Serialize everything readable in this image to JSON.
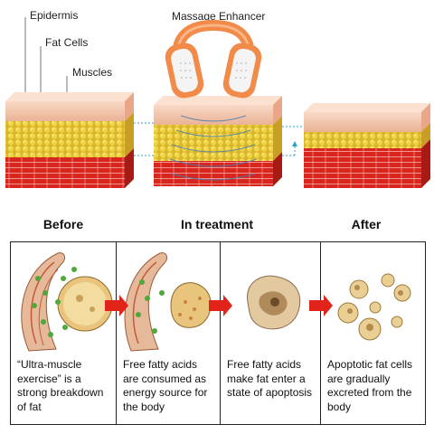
{
  "labels": {
    "epidermis": "Epidermis",
    "fat_cells": "Fat Cells",
    "muscles": "Muscles",
    "device": "Massage Enhancer"
  },
  "stages": {
    "before": "Before",
    "treatment": "In treatment",
    "after": "After"
  },
  "panels": [
    {
      "text": "“Ultra-muscle exercise” is a strong breakdown of fat"
    },
    {
      "text": "Free fatty acids are consumed as energy source for the body"
    },
    {
      "text": "Free fatty acids make fat enter a state of apoptosis"
    },
    {
      "text": "Apoptotic fat cells are gradually excreted from the body"
    }
  ],
  "colors": {
    "skin": "#f2c4a8",
    "fat": "#e8c93a",
    "muscle": "#d8261f",
    "device": "#f28a4a",
    "arrow_red": "#e2231a",
    "dotted_line": "#2aa0c8"
  }
}
